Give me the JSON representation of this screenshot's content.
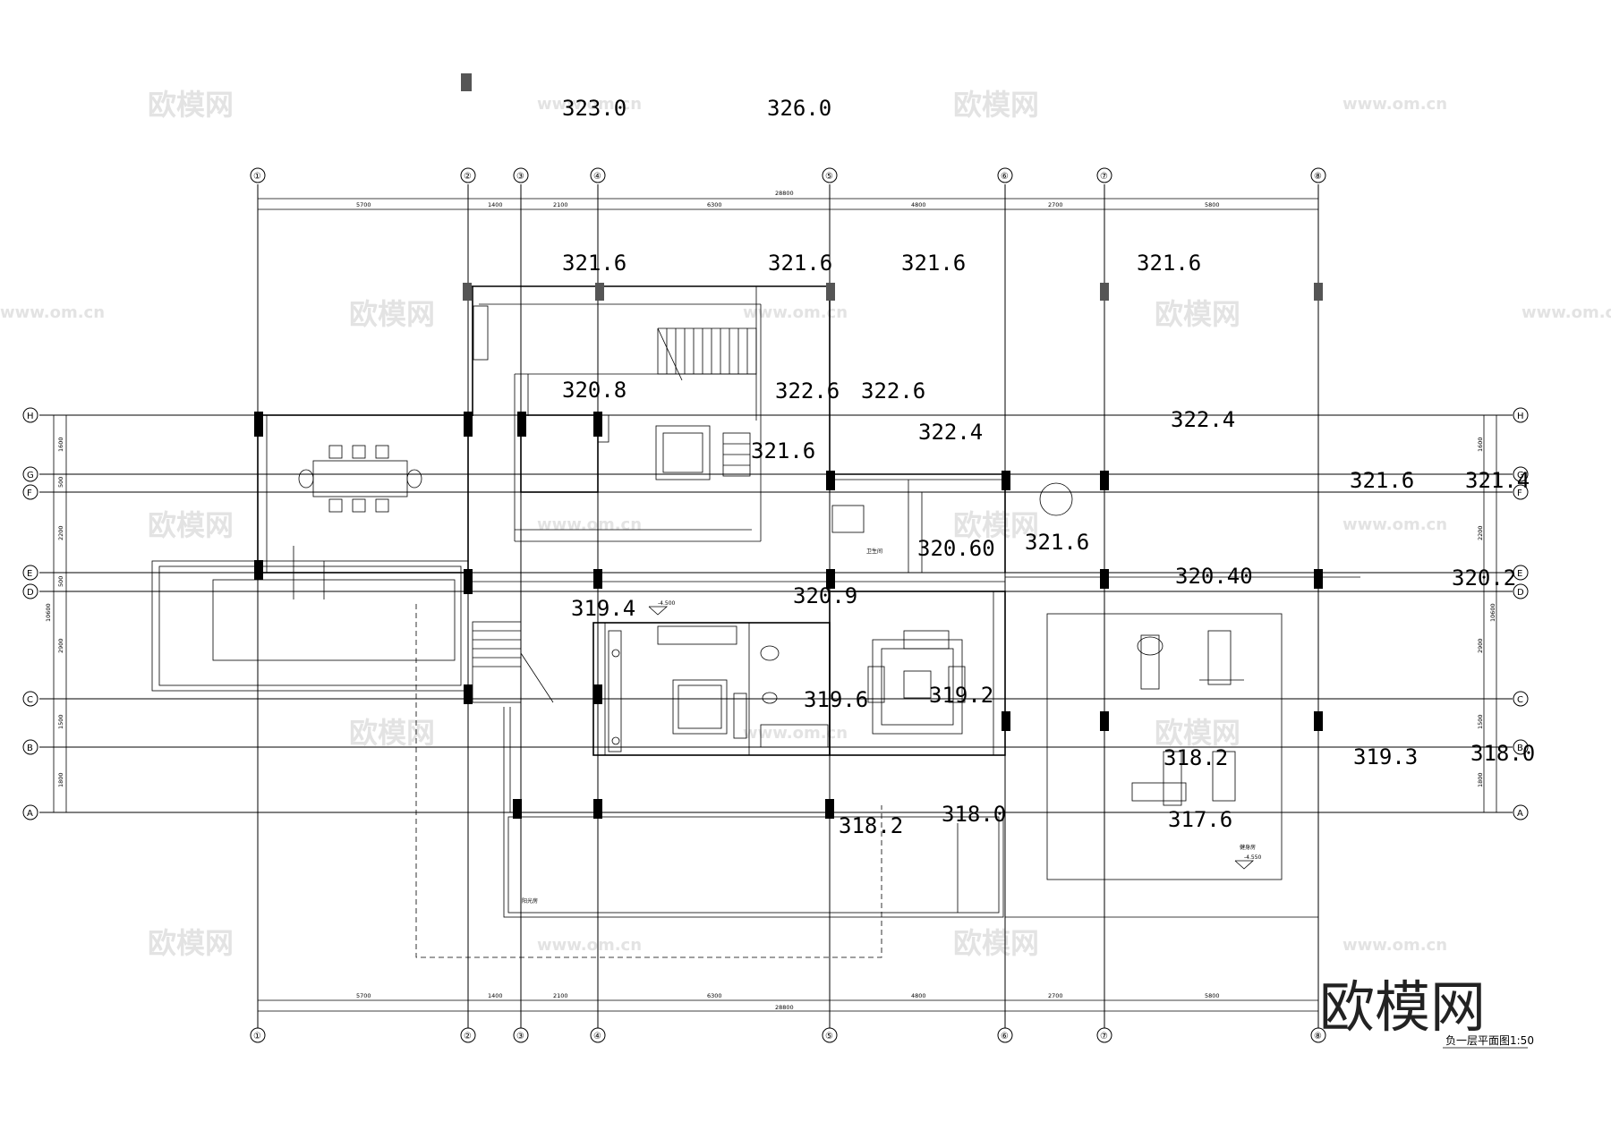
{
  "watermarks": {
    "cn": "欧模网",
    "url": "www.om.cn"
  },
  "logo": "欧模网",
  "drawing_title": "负一层平面图1:50",
  "axes_top": [
    "①",
    "②",
    "③",
    "④",
    "⑤",
    "⑥",
    "⑦",
    "⑧"
  ],
  "axes_side": [
    "H",
    "G",
    "F",
    "E",
    "D",
    "C",
    "B",
    "A"
  ],
  "dims_segments": [
    "5700",
    "1400",
    "2100",
    "6300",
    "4800",
    "2700",
    "5800"
  ],
  "dim_total": "28800",
  "dims_side_left": [
    "1600",
    "500",
    "2200",
    "500",
    "2900",
    "1500",
    "1800"
  ],
  "dim_side_total": "10600",
  "level_marks": [
    "-4.500",
    "-4.550"
  ],
  "room_labels": [
    "卫生间",
    "阳光房",
    "健身房"
  ],
  "elevations": {
    "e1": "323.0",
    "e2": "326.0",
    "e3": "321.6",
    "e4": "321.6",
    "e5": "321.6",
    "e6": "321.6",
    "e7": "320.8",
    "e8": "322.6",
    "e9": "322.6",
    "e10": "322.4",
    "e11": "322.4",
    "e12": "321.6",
    "e13": "321.6",
    "e14": "321.4",
    "e15": "320.60",
    "e16": "321.6",
    "e17": "320.40",
    "e18": "320.2",
    "e19": "319.4",
    "e20": "320.9",
    "e21": "319.6",
    "e22": "319.2",
    "e23": "318.2",
    "e24": "319.3",
    "e25": "318.0",
    "e26": "318.2",
    "e27": "318.0",
    "e28": "317.6"
  }
}
